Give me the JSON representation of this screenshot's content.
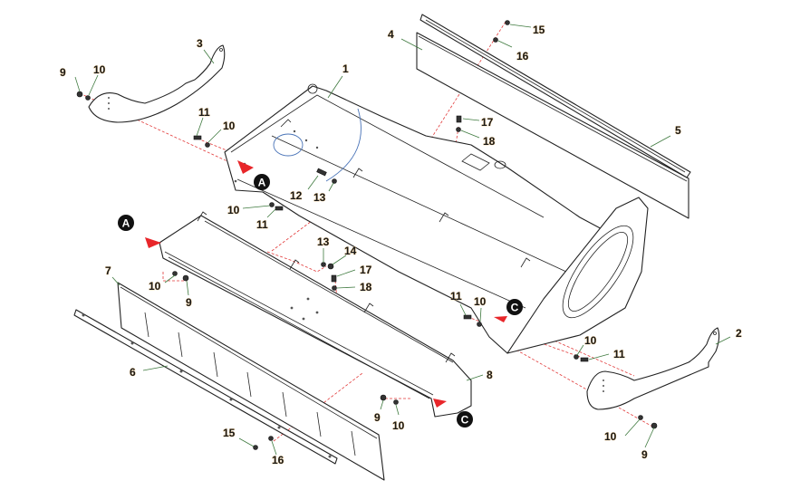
{
  "diagram": {
    "title": "Exploded parts diagram - deck / chute assembly",
    "line_color": "#222222",
    "centerline_color": "#e23a3a",
    "leader_color": "#3f7a3f",
    "callouts": [
      {
        "id": "c1",
        "label": "1"
      },
      {
        "id": "c2",
        "label": "2"
      },
      {
        "id": "c3",
        "label": "3"
      },
      {
        "id": "c4",
        "label": "4"
      },
      {
        "id": "c5",
        "label": "5"
      },
      {
        "id": "c6",
        "label": "6"
      },
      {
        "id": "c7",
        "label": "7"
      },
      {
        "id": "c8",
        "label": "8"
      },
      {
        "id": "c9a",
        "label": "9"
      },
      {
        "id": "c9b",
        "label": "9"
      },
      {
        "id": "c9c",
        "label": "9"
      },
      {
        "id": "c9d",
        "label": "9"
      },
      {
        "id": "c10a",
        "label": "10"
      },
      {
        "id": "c10b",
        "label": "10"
      },
      {
        "id": "c10c",
        "label": "10"
      },
      {
        "id": "c10d",
        "label": "10"
      },
      {
        "id": "c10e",
        "label": "10"
      },
      {
        "id": "c10f",
        "label": "10"
      },
      {
        "id": "c10g",
        "label": "10"
      },
      {
        "id": "c10h",
        "label": "10"
      },
      {
        "id": "c11a",
        "label": "11"
      },
      {
        "id": "c11b",
        "label": "11"
      },
      {
        "id": "c11c",
        "label": "11"
      },
      {
        "id": "c11d",
        "label": "11"
      },
      {
        "id": "c12",
        "label": "12"
      },
      {
        "id": "c13a",
        "label": "13"
      },
      {
        "id": "c13b",
        "label": "13"
      },
      {
        "id": "c14",
        "label": "14"
      },
      {
        "id": "c15a",
        "label": "15"
      },
      {
        "id": "c15b",
        "label": "15"
      },
      {
        "id": "c16a",
        "label": "16"
      },
      {
        "id": "c16b",
        "label": "16"
      },
      {
        "id": "c17a",
        "label": "17"
      },
      {
        "id": "c17b",
        "label": "17"
      },
      {
        "id": "c18a",
        "label": "18"
      },
      {
        "id": "c18b",
        "label": "18"
      }
    ],
    "markers": [
      {
        "id": "mA1",
        "label": "A"
      },
      {
        "id": "mA2",
        "label": "A"
      },
      {
        "id": "mC1",
        "label": "C"
      },
      {
        "id": "mC2",
        "label": "C"
      }
    ]
  }
}
